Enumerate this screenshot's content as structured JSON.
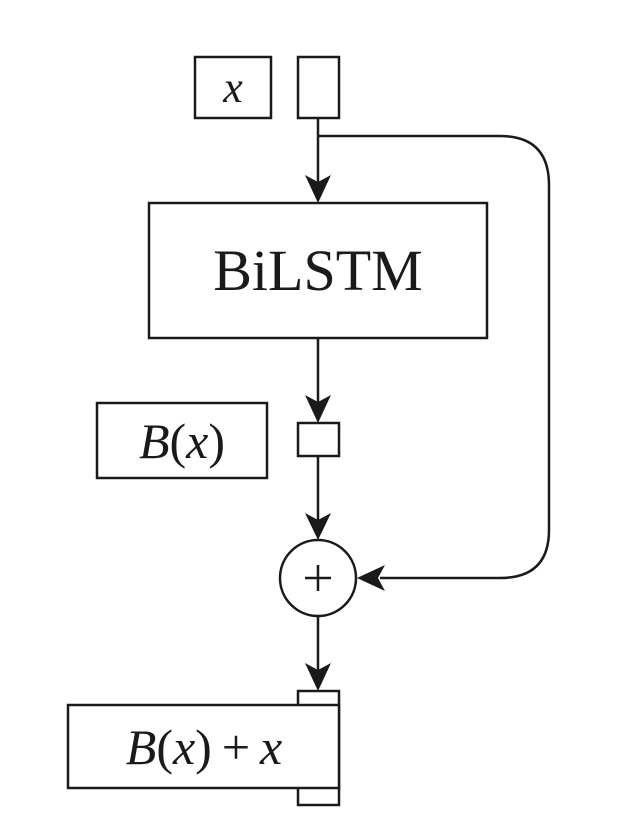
{
  "diagram": {
    "title": "BiLSTM residual connection",
    "nodes": {
      "input_label": {
        "var": "x"
      },
      "bilstm": {
        "label": "BiLSTM"
      },
      "bilstm_output_label": {
        "func": "B",
        "open": "(",
        "var": "x",
        "close": ")"
      },
      "add": {
        "symbol": "+"
      },
      "output_label": {
        "func": "B",
        "open": "(",
        "var": "x",
        "close": ")",
        "op": "+",
        "var2": "x"
      }
    },
    "edges": [
      {
        "from": "input",
        "to": "bilstm"
      },
      {
        "from": "input",
        "to": "add",
        "kind": "skip-connection"
      },
      {
        "from": "bilstm",
        "to": "bilstm_output"
      },
      {
        "from": "bilstm_output",
        "to": "add"
      },
      {
        "from": "add",
        "to": "output"
      }
    ],
    "colors": {
      "stroke": "#1a1a1a",
      "background": "#ffffff"
    }
  }
}
